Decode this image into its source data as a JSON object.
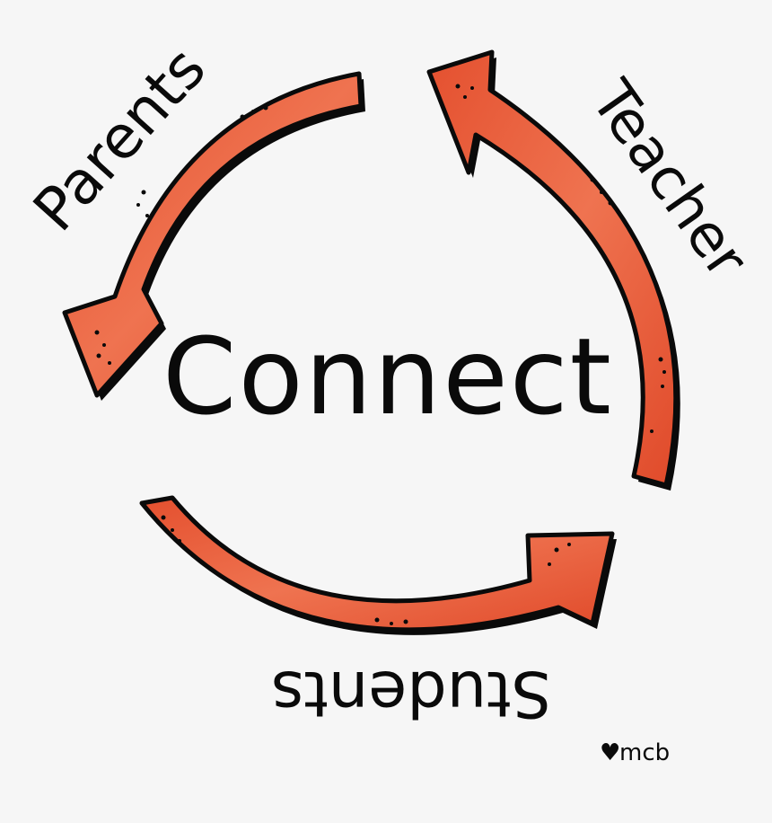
{
  "center_text": "Connect",
  "nodes": [
    {
      "id": "parents",
      "label": "Parents"
    },
    {
      "id": "teacher",
      "label": "Teacher"
    },
    {
      "id": "students",
      "label": "Students"
    }
  ],
  "signature": {
    "heart": "♥",
    "text": "mcb",
    "type": "heart-icon"
  },
  "colors": {
    "arrow_fill": "#e4502f",
    "arrow_light": "#ef7350",
    "outline": "#0a0a0a",
    "background": "#f6f6f6",
    "text": "#0a0a0a"
  }
}
